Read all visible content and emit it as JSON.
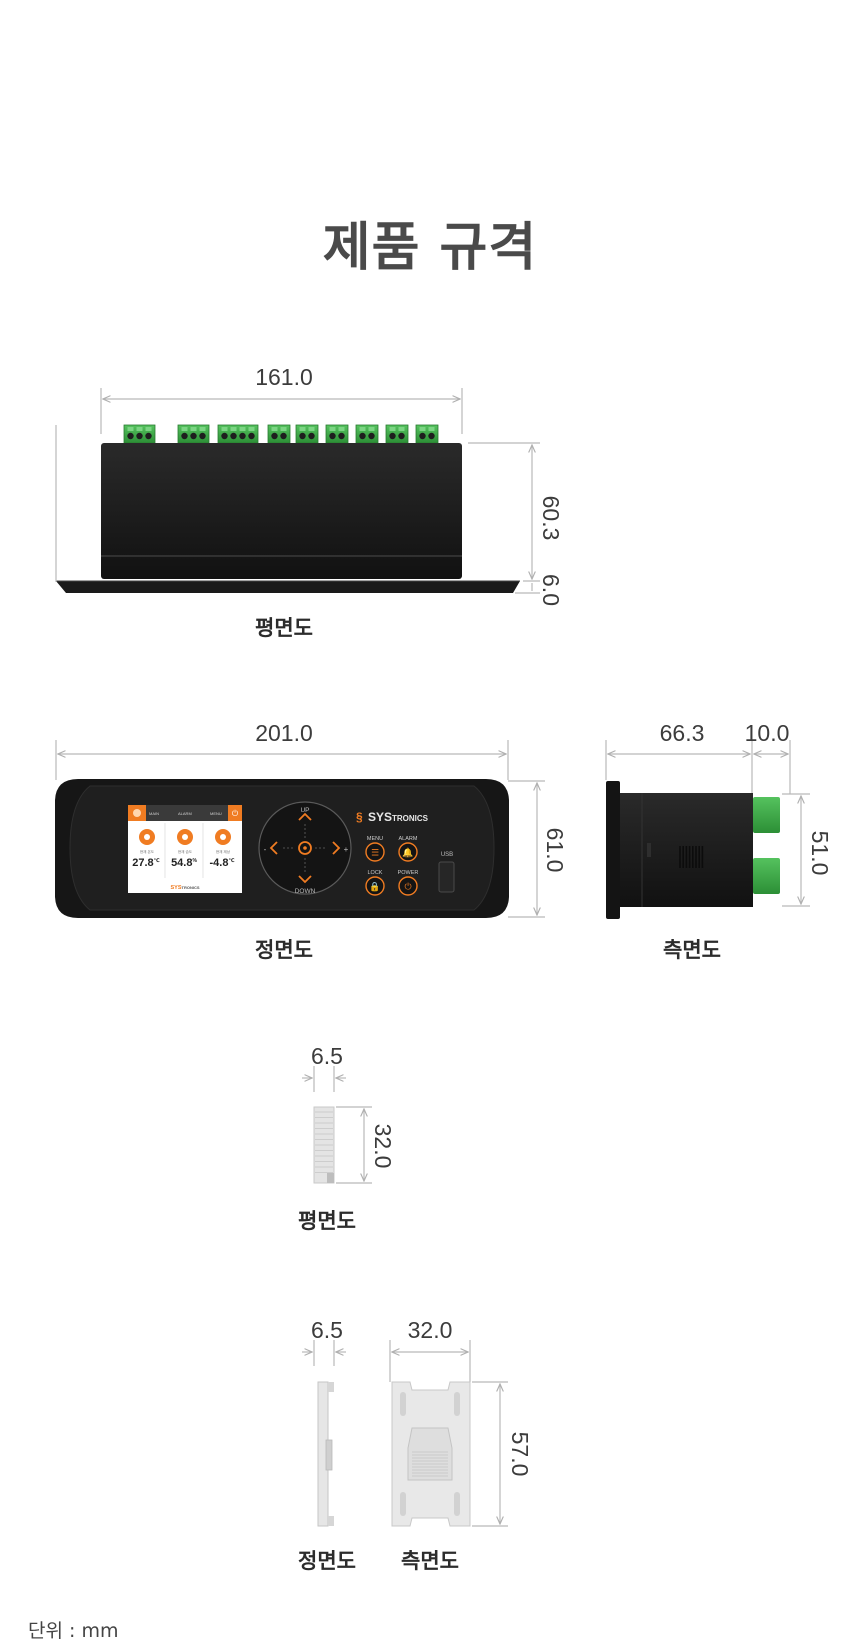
{
  "title": "제품 규격",
  "unit_label": "단위 : mm",
  "top_view": {
    "caption": "평면도",
    "width": "161.0",
    "height": "60.3",
    "flange": "6.0"
  },
  "front_view": {
    "caption": "정면도",
    "width": "201.0",
    "height": "61.0",
    "device": {
      "brand_prefix": "SYS",
      "brand_suffix": "TRONICS",
      "screen": {
        "tab_labels": [
          "MAIN",
          "ALARM",
          "MENU"
        ],
        "readings": [
          {
            "label": "현재 온도",
            "value": "27.8",
            "unit": "℃"
          },
          {
            "label": "현재 습도",
            "value": "54.8",
            "unit": "%"
          },
          {
            "label": "현재 제상",
            "value": "-4.8",
            "unit": "℃"
          }
        ],
        "logo_prefix": "SYS",
        "logo_suffix": "TRONICS"
      },
      "nav_labels": {
        "up": "UP",
        "down": "DOWN",
        "left": "-",
        "right": "+"
      },
      "buttons": [
        "MENU",
        "ALARM",
        "LOCK",
        "POWER"
      ],
      "usb_label": "USB"
    }
  },
  "side_view": {
    "caption": "측면도",
    "depth": "66.3",
    "terminal": "10.0",
    "height": "51.0"
  },
  "bracket_top": {
    "caption": "평면도",
    "width": "6.5",
    "height": "32.0"
  },
  "bracket_front": {
    "caption": "정면도",
    "width": "6.5"
  },
  "bracket_side": {
    "caption": "측면도",
    "width": "32.0",
    "height": "57.0"
  },
  "colors": {
    "accent": "#f07c22",
    "terminal_green": "#3fae4a",
    "device_body": "#1b1b1b",
    "bracket": "#e2e2e2"
  }
}
